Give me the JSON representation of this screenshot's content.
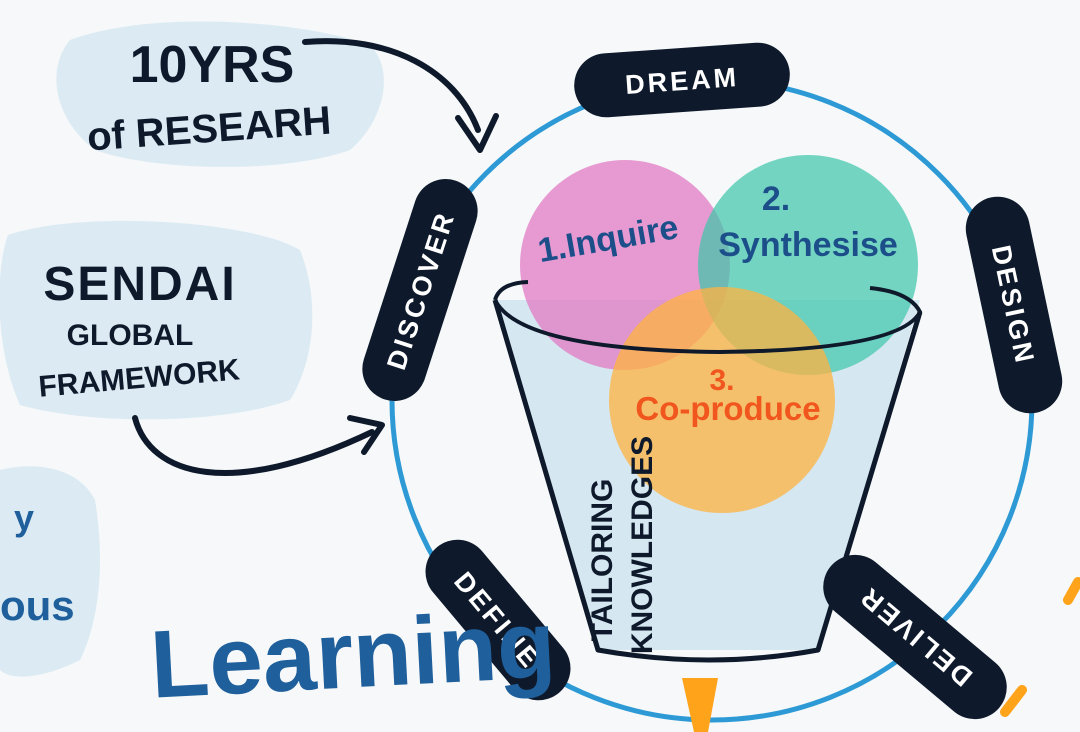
{
  "notes": {
    "research_line1": "10YRS",
    "research_line2": "of RESEARH",
    "sendai_line1": "SENDAI",
    "sendai_line2": "GLOBAL",
    "sendai_line3": "FRAMEWORK",
    "fragment_left1": "y",
    "fragment_left2": "ous",
    "learning": "Learning"
  },
  "cycle": {
    "dream": "DREAM",
    "design": "DESIGN",
    "deliver": "DELIVER",
    "define": "DEFINE",
    "discover": "DISCOVER"
  },
  "circles": {
    "inquire": "1.Inquire",
    "synthesise_num": "2.",
    "synthesise": "Synthesise",
    "coproduce_num": "3.",
    "coproduce": "Co-produce"
  },
  "funnel": {
    "line1": "TAILORING",
    "line2": "KNOWLEDGES"
  },
  "colors": {
    "navy": "#0e1a2b",
    "ring_blue": "#2d9ad6",
    "pink": "#e27bc3",
    "teal": "#3cc6a9",
    "orange": "#ffb340",
    "mist": "#d3e5ef",
    "learning_blue": "#1e5f9c"
  }
}
